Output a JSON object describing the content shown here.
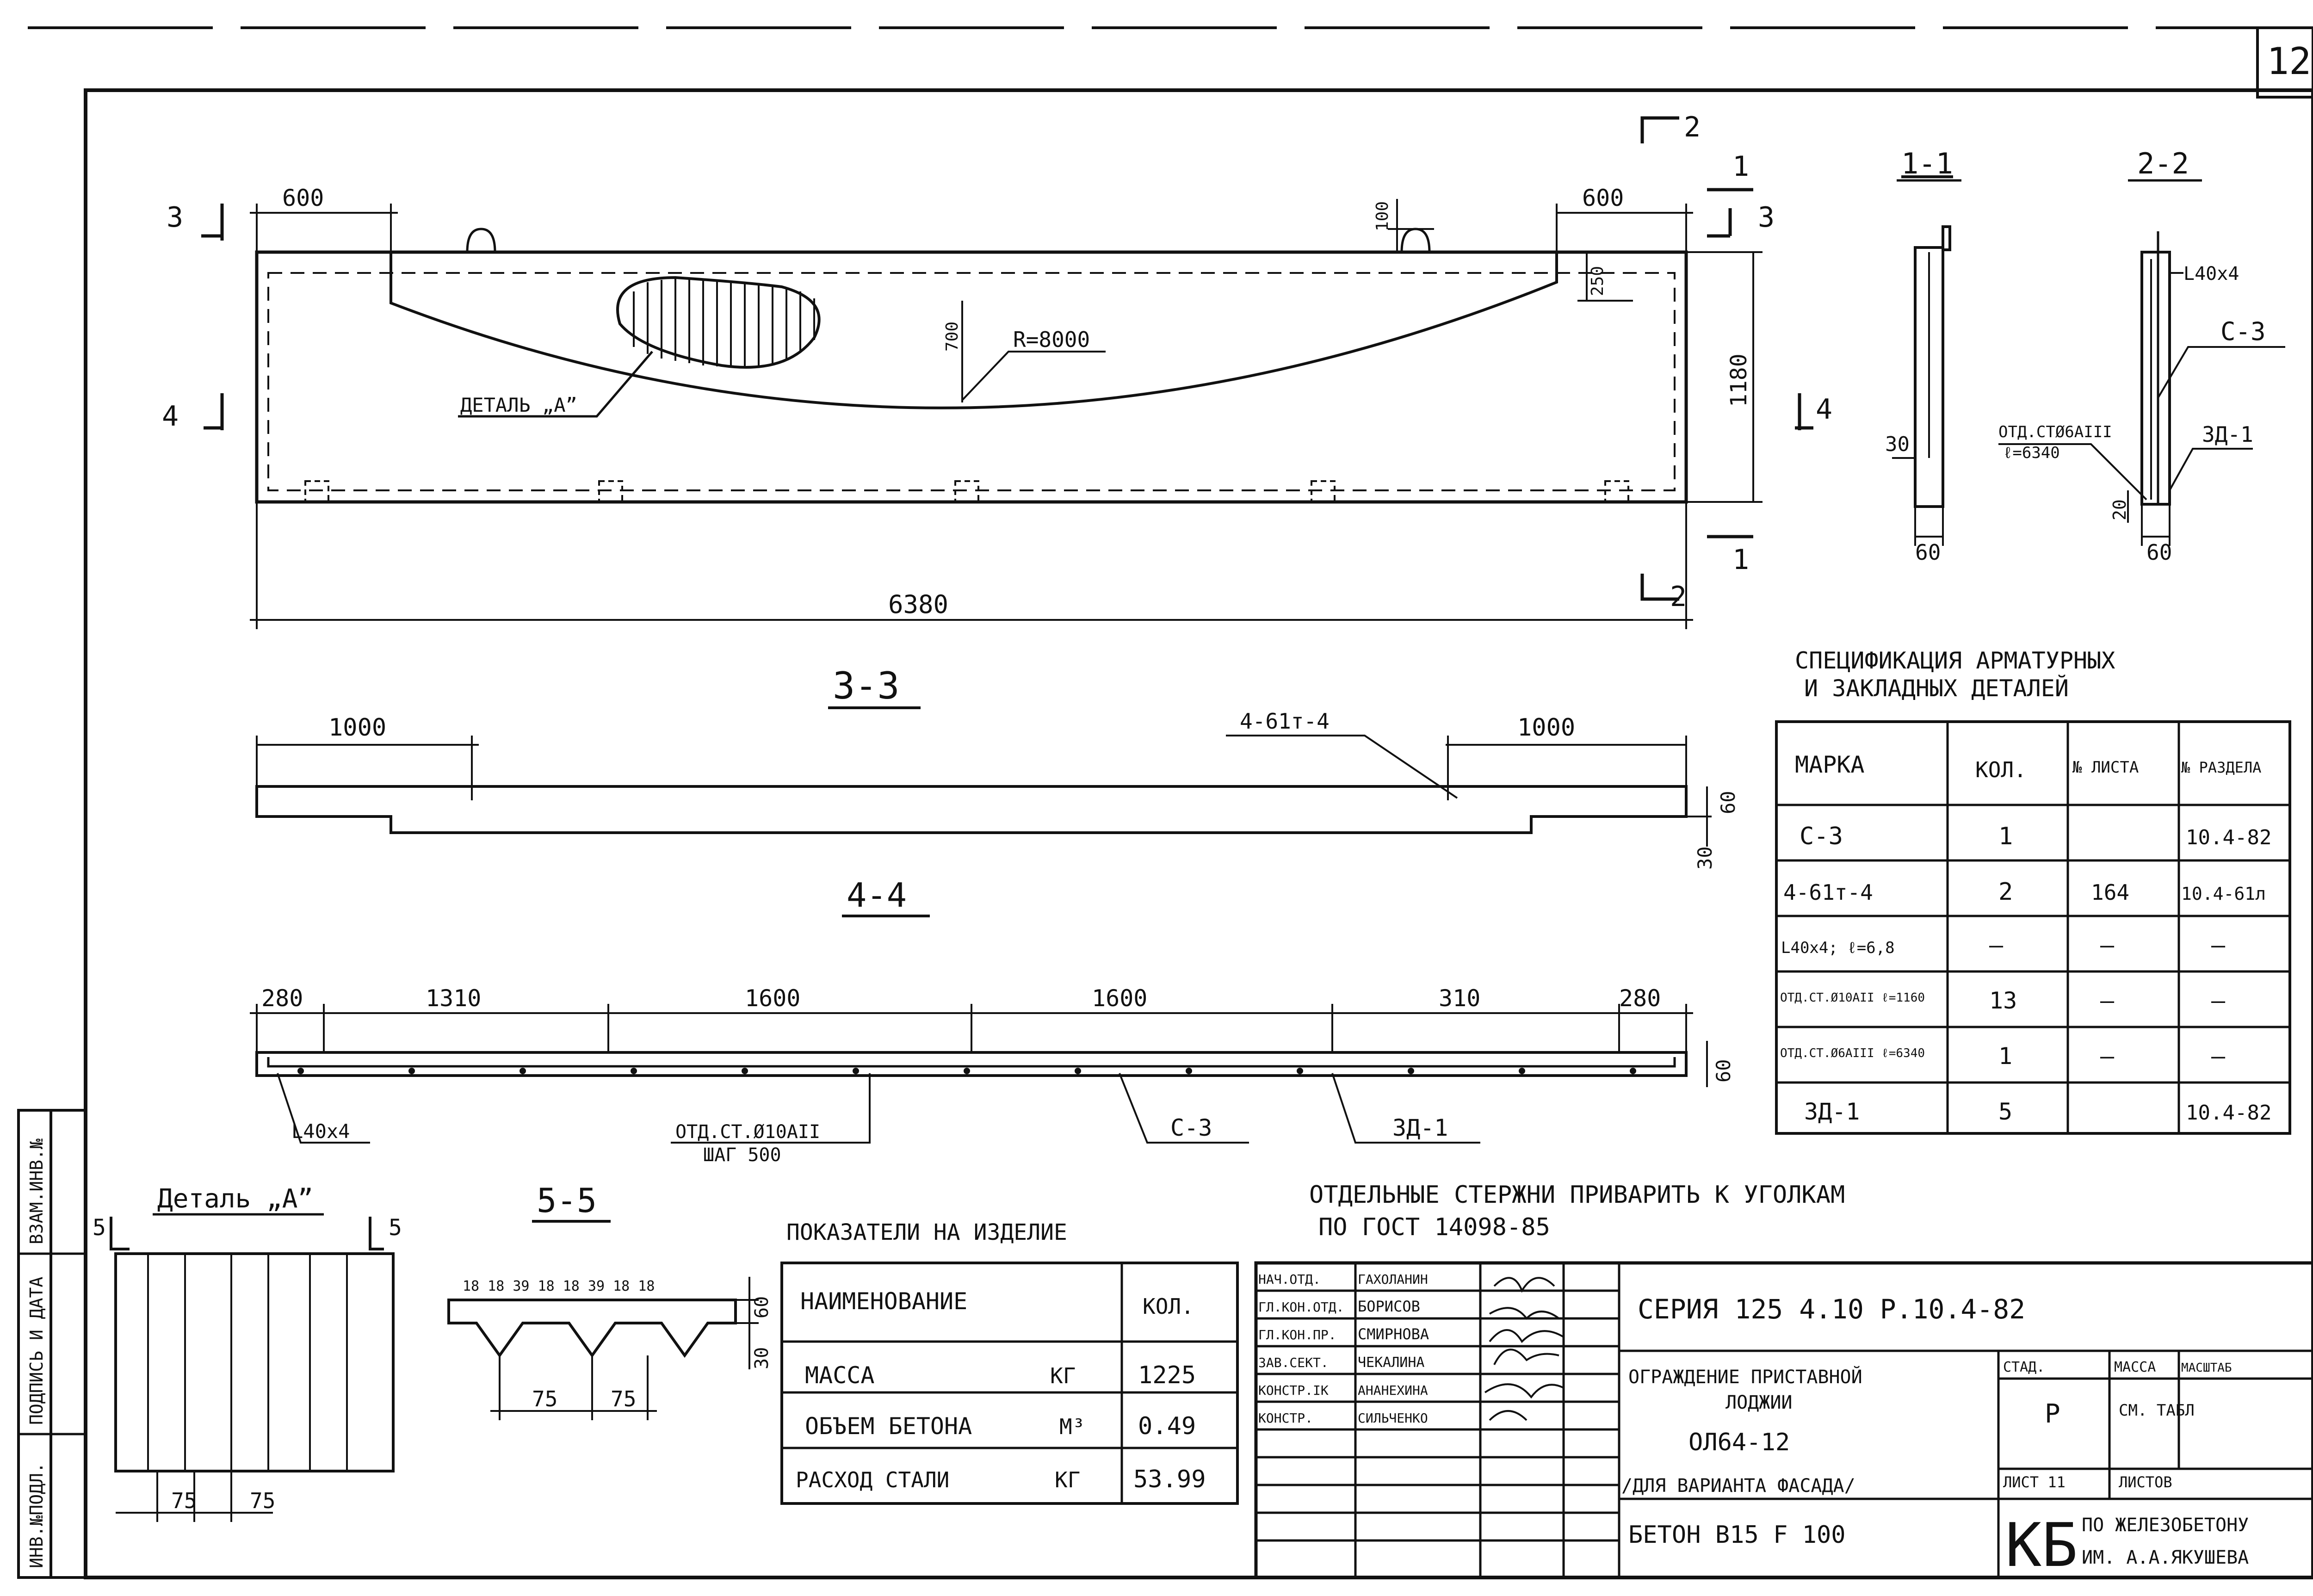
{
  "sheet_number": "12",
  "sections": {
    "s1": "1-1",
    "s2": "2-2",
    "s3": "3-3",
    "s4": "4-4",
    "s5": "5-5"
  },
  "section_marks": {
    "m1": "1",
    "m2": "2",
    "m3": "3",
    "m4": "4"
  },
  "elevation": {
    "dim_left": "600",
    "dim_right": "600",
    "dim_total": "6380",
    "dim_height": "1180",
    "dim_100": "100",
    "dim_250": "250",
    "dim_700": "700",
    "radius": "R=8000",
    "detail_label": "ДЕТАЛЬ „А”"
  },
  "section_11": {
    "dim_30": "30",
    "dim_60": "60"
  },
  "section_22": {
    "angle": "L40x4",
    "mesh": "С-3",
    "rod_line1": "ОТД.СТØ6АIII",
    "rod_line2": "ℓ=6340",
    "embed": "ЗД-1",
    "dim_20": "20",
    "dim_60": "60"
  },
  "section_33": {
    "dim_left": "1000",
    "dim_right": "1000",
    "embed": "4-61т-4",
    "dim_60": "60",
    "dim_30": "30"
  },
  "section_44": {
    "dims": [
      "280",
      "1310",
      "1600",
      "1600",
      "310",
      "280"
    ],
    "dim_60": "60",
    "angle": "L40x4",
    "rods_line1": "ОТД.СТ.Ø10АII",
    "rods_line2": "ШАГ 500",
    "mesh": "С-3",
    "embed": "ЗД-1"
  },
  "detail_a": {
    "title": "Деталь „А”",
    "cut": "5",
    "dim1": "75",
    "dim2": "75"
  },
  "section_55": {
    "top_dims": "18 18 39 18 18 39 18 18",
    "dim_60": "60",
    "dim_30": "30",
    "dim1": "75",
    "dim2": "75"
  },
  "spec": {
    "title_line1": "СПЕЦИФИКАЦИЯ АРМАТУРНЫХ",
    "title_line2": "И ЗАКЛАДНЫХ ДЕТАЛЕЙ",
    "headers": [
      "МАРКА",
      "КОЛ.",
      "№ ЛИСТА",
      "№ РАЗДЕЛА"
    ],
    "rows": [
      [
        "С-3",
        "1",
        "",
        "10.4-82"
      ],
      [
        "4-61т-4",
        "2",
        "164",
        "10.4-61л"
      ],
      [
        "L40x4; ℓ=6,8",
        "—",
        "—",
        "—"
      ],
      [
        "ОТД.СТ.Ø10АII ℓ=1160",
        "13",
        "—",
        "—"
      ],
      [
        "ОТД.СТ.Ø6АIII ℓ=6340",
        "1",
        "—",
        "—"
      ],
      [
        "ЗД-1",
        "5",
        "",
        "10.4-82"
      ]
    ]
  },
  "note_line1": "ОТДЕЛЬНЫЕ СТЕРЖНИ ПРИВАРИТЬ К УГОЛКАМ",
  "note_line2": "ПО ГОСТ 14098-85",
  "indicators": {
    "title": "ПОКАЗАТЕЛИ НА ИЗДЕЛИЕ",
    "header_name": "НАИМЕНОВАНИЕ",
    "header_qty": "КОЛ.",
    "rows": [
      {
        "name": "МАССА",
        "unit": "КГ",
        "value": "1225"
      },
      {
        "name": "ОБЪЕМ БЕТОНА",
        "unit": "М³",
        "value": "0.49"
      },
      {
        "name": "РАСХОД СТАЛИ",
        "unit": "КГ",
        "value": "53.99"
      }
    ]
  },
  "stamp": {
    "series": "СЕРИЯ 125 4.10 Р.10.4-82",
    "title_line1": "ОГРАЖДЕНИЕ ПРИСТАВНОЙ",
    "title_line2": "ЛОДЖИИ",
    "mark": "ОЛ64-12",
    "title_line3": "/ДЛЯ ВАРИАНТА ФАСАДА/",
    "concrete": "БЕТОН В15    F 100",
    "stage_h": "СТАД.",
    "mass_h": "МАССА",
    "scale_h": "МАСШТАБ",
    "stage": "Р",
    "mass": "СМ. ТАБЛ",
    "sheet": "ЛИСТ 11",
    "sheets": "ЛИСТОВ",
    "org_kb": "КБ",
    "org_line1": "ПО ЖЕЛЕЗОБЕТОНУ",
    "org_line2": "ИМ. А.А.ЯКУШЕВА",
    "signers": [
      {
        "role": "НАЧ.ОТД.",
        "name": "ГАХОЛАНИН"
      },
      {
        "role": "ГЛ.КОН.ОТД.",
        "name": "БОРИСОВ"
      },
      {
        "role": "ГЛ.КОН.ПР.",
        "name": "СМИРНОВА"
      },
      {
        "role": "ЗАВ.СЕКТ.",
        "name": "ЧЕКАЛИНА"
      },
      {
        "role": "КОНСТР.IК",
        "name": "АНАНЕХИНА"
      },
      {
        "role": "КОНСТР.",
        "name": "СИЛЬЧЕНКО"
      }
    ]
  },
  "side_stamp": [
    "ИНВ.№ПОДЛ.",
    "ПОДПИСЬ И ДАТА",
    "ВЗАМ.ИНВ.№"
  ]
}
